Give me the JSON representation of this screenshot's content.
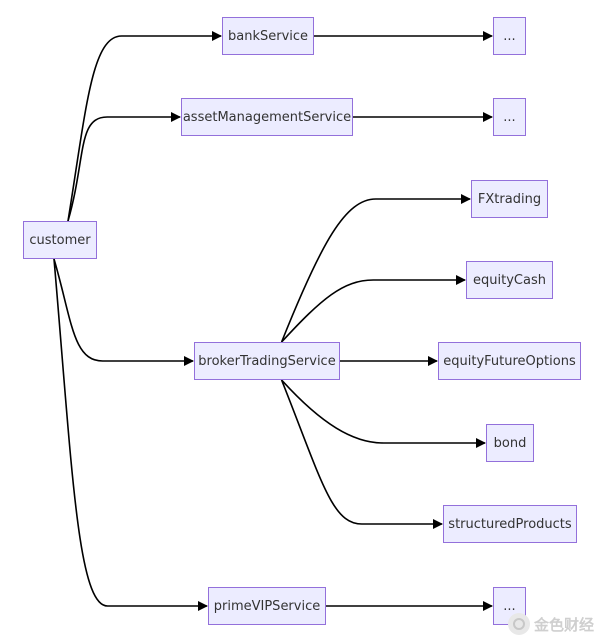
{
  "diagram": {
    "nodes": [
      {
        "id": "customer",
        "label": "customer"
      },
      {
        "id": "bankService",
        "label": "bankService"
      },
      {
        "id": "bankMore",
        "label": "..."
      },
      {
        "id": "assetManagementService",
        "label": "assetManagementService"
      },
      {
        "id": "assetMore",
        "label": "..."
      },
      {
        "id": "FXtrading",
        "label": "FXtrading"
      },
      {
        "id": "equityCash",
        "label": "equityCash"
      },
      {
        "id": "brokerTradingService",
        "label": "brokerTradingService"
      },
      {
        "id": "equityFutureOptions",
        "label": "equityFutureOptions"
      },
      {
        "id": "bond",
        "label": "bond"
      },
      {
        "id": "structuredProducts",
        "label": "structuredProducts"
      },
      {
        "id": "primeVIPService",
        "label": "primeVIPService"
      },
      {
        "id": "primeMore",
        "label": "..."
      }
    ],
    "edges": [
      {
        "from": "customer",
        "to": "bankService"
      },
      {
        "from": "customer",
        "to": "assetManagementService"
      },
      {
        "from": "customer",
        "to": "brokerTradingService"
      },
      {
        "from": "customer",
        "to": "primeVIPService"
      },
      {
        "from": "bankService",
        "to": "bankMore"
      },
      {
        "from": "assetManagementService",
        "to": "assetMore"
      },
      {
        "from": "brokerTradingService",
        "to": "FXtrading"
      },
      {
        "from": "brokerTradingService",
        "to": "equityCash"
      },
      {
        "from": "brokerTradingService",
        "to": "equityFutureOptions"
      },
      {
        "from": "brokerTradingService",
        "to": "bond"
      },
      {
        "from": "brokerTradingService",
        "to": "structuredProducts"
      },
      {
        "from": "primeVIPService",
        "to": "primeMore"
      }
    ]
  },
  "watermark": {
    "text": "金色财经"
  }
}
